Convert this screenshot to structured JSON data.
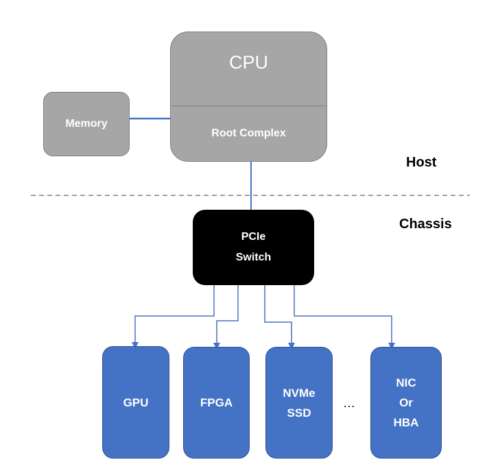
{
  "host_label": "Host",
  "chassis_label": "Chassis",
  "memory": {
    "label": "Memory"
  },
  "cpu": {
    "label": "CPU",
    "root_complex": "Root Complex"
  },
  "switch": {
    "line1": "PCIe",
    "line2": "Switch"
  },
  "devices": {
    "gpu": "GPU",
    "fpga": "FPGA",
    "nvme": {
      "line1": "NVMe",
      "line2": "SSD"
    },
    "ellipsis": "…",
    "nic": {
      "line1": "NIC",
      "line2": "Or",
      "line3": "HBA"
    }
  },
  "colors": {
    "box_grey": "#a6a6a6",
    "device_blue": "#4472c4",
    "connector": "#4472c4",
    "switch_fill": "#000000",
    "divider": "#808080"
  }
}
